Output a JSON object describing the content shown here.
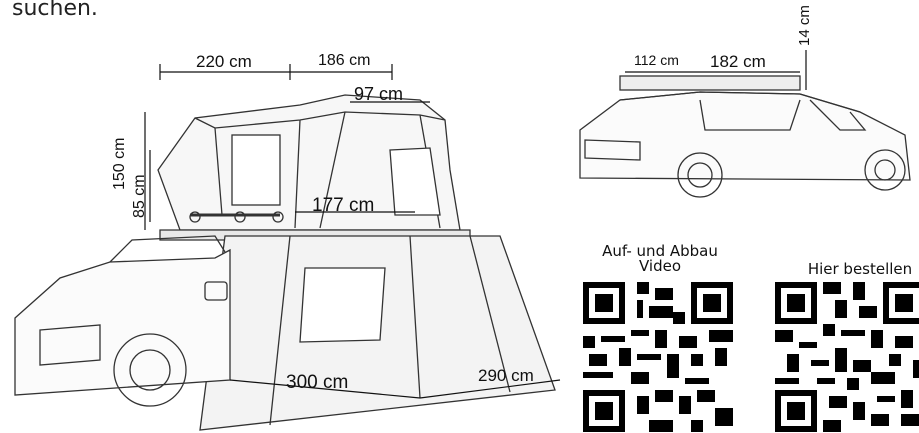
{
  "intro_text": "suchen.",
  "dimensions": {
    "length_closed": "220 cm",
    "extension": "186 cm",
    "roof_width": "97 cm",
    "height_open": "150 cm",
    "height_side": "85 cm",
    "inner_width": "177 cm",
    "annex_length": "300 cm",
    "annex_depth": "290 cm",
    "suv_length_front": "112 cm",
    "suv_length": "182 cm",
    "suv_height": "14 cm"
  },
  "qr_codes": [
    {
      "caption_line1": "Auf- und Abbau",
      "caption_line2": "Video",
      "icon": "qr-code-icon"
    },
    {
      "caption_line1": "Hier bestellen",
      "caption_line2": "",
      "icon": "qr-code-icon"
    }
  ],
  "colors": {
    "line": "#222222",
    "fill": "#f3f3f3"
  }
}
